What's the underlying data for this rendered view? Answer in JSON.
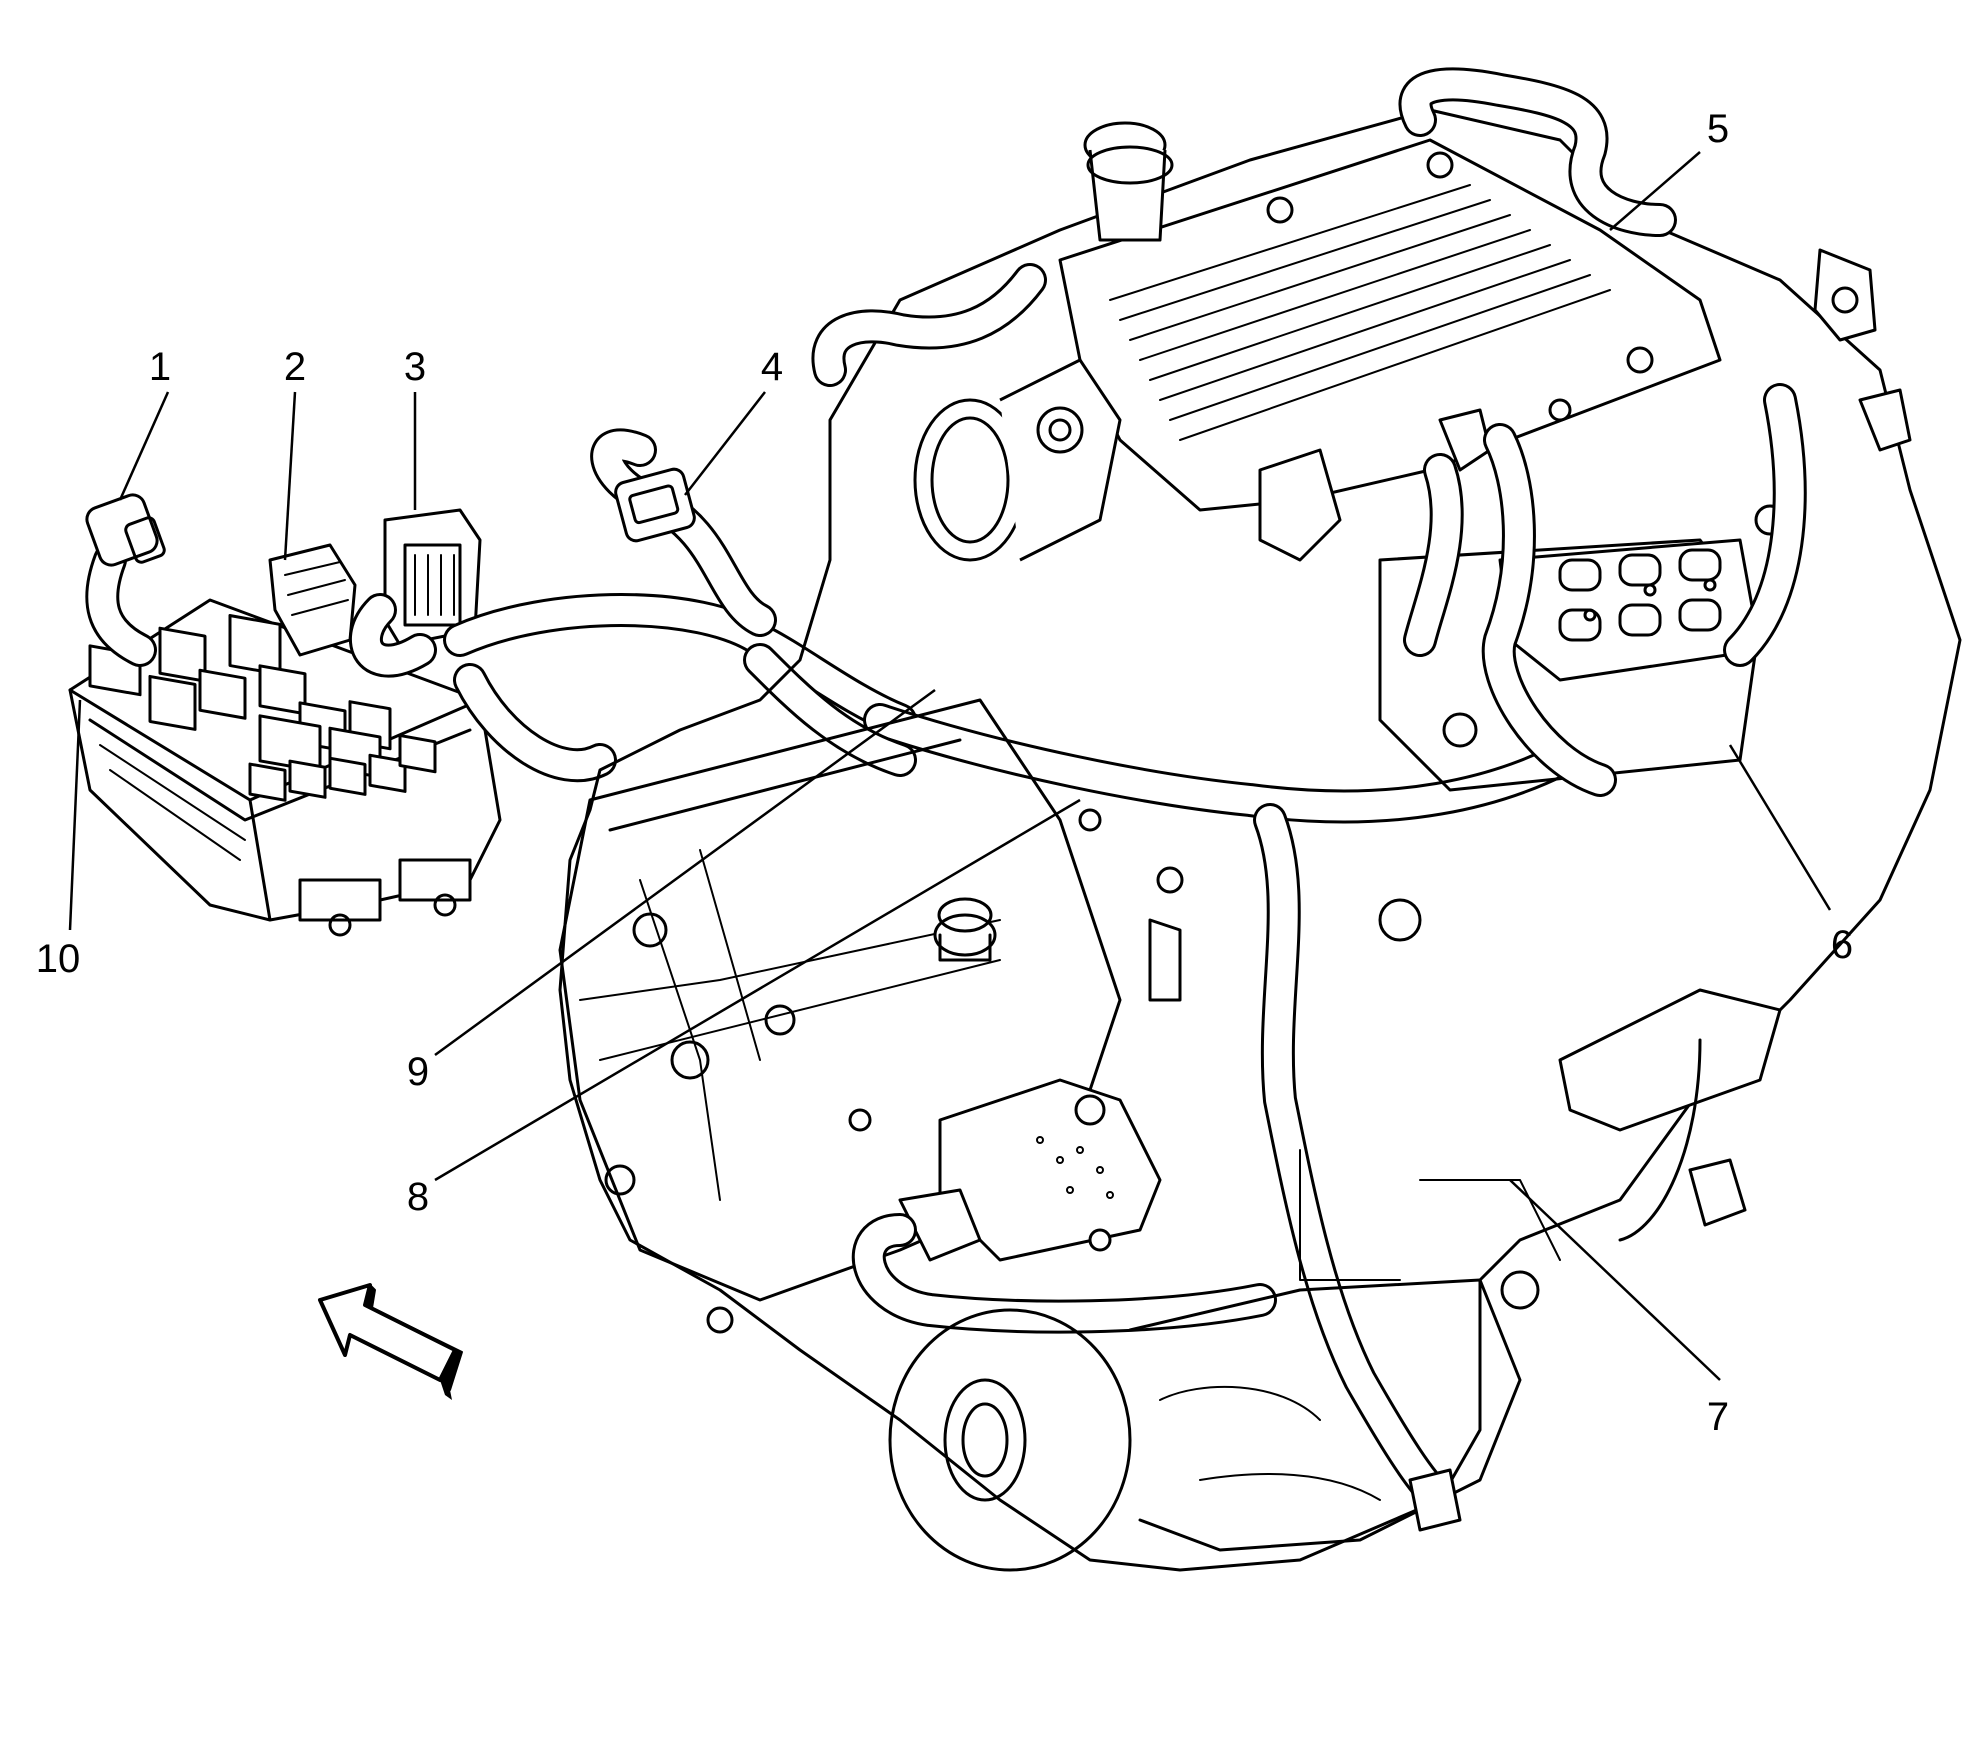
{
  "callouts": [
    {
      "id": "1",
      "label": "1"
    },
    {
      "id": "2",
      "label": "2"
    },
    {
      "id": "3",
      "label": "3"
    },
    {
      "id": "4",
      "label": "4"
    },
    {
      "id": "5",
      "label": "5"
    },
    {
      "id": "6",
      "label": "6"
    },
    {
      "id": "7",
      "label": "7"
    },
    {
      "id": "8",
      "label": "8"
    },
    {
      "id": "9",
      "label": "9"
    },
    {
      "id": "10",
      "label": "10"
    }
  ],
  "arrow": {
    "icon": "front-direction-arrow-icon"
  }
}
